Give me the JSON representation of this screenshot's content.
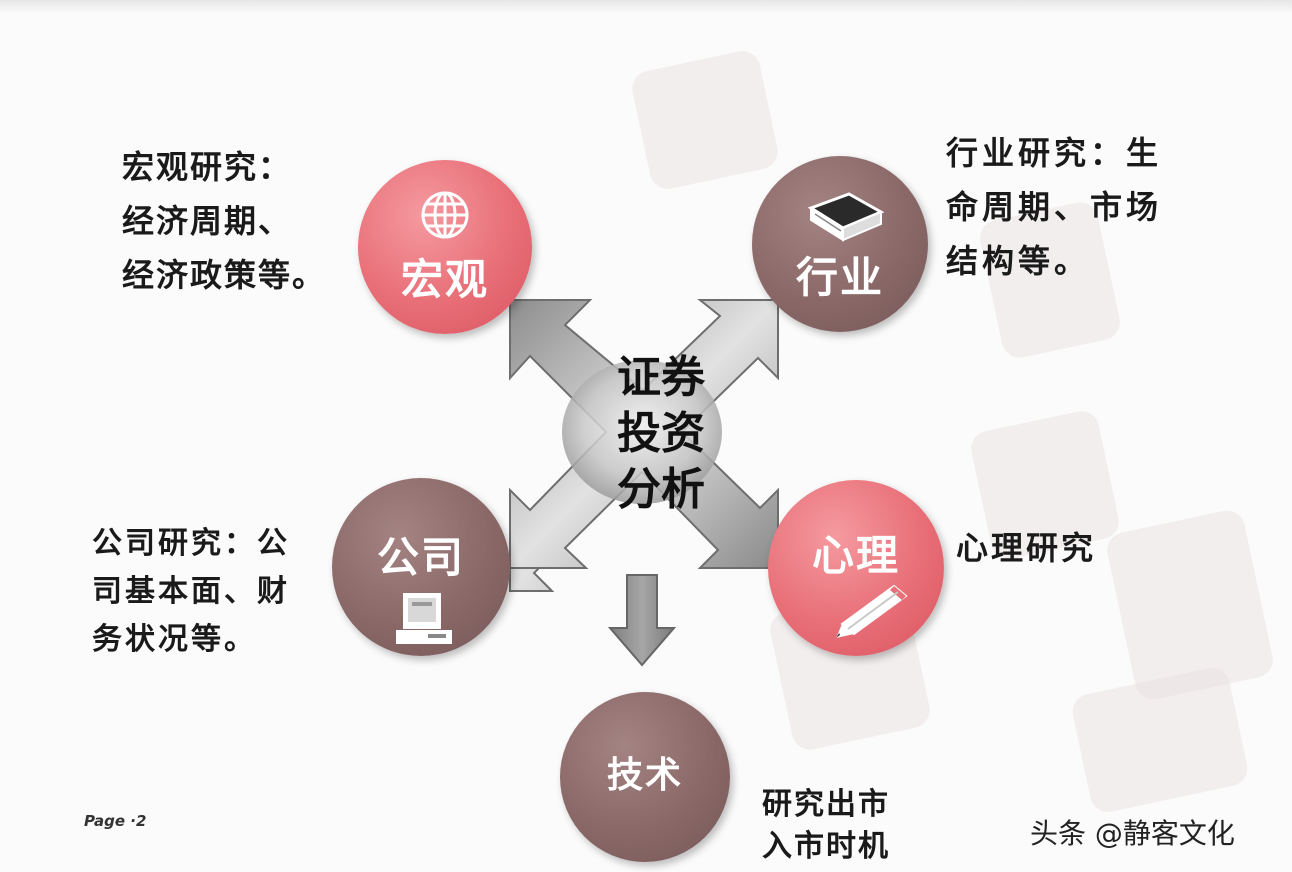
{
  "center": {
    "label": "证券\n投资\n分析"
  },
  "nodes": {
    "macro": {
      "label": "宏观",
      "description": "宏观研究：\n经济周期、\n经济政策等。",
      "icon": "globe-icon",
      "color": "#e86e77"
    },
    "industry": {
      "label": "行业",
      "description": "行业研究：生\n命周期、市场\n结构等。",
      "icon": "book-icon",
      "color": "#8a6868"
    },
    "company": {
      "label": "公司",
      "description": "公司研究：公\n司基本面、财\n务状况等。",
      "icon": "computer-icon",
      "color": "#8a6868"
    },
    "psychology": {
      "label": "心理",
      "description": "心理研究",
      "icon": "pencil-icon",
      "color": "#e86e77"
    },
    "technical": {
      "label": "技术",
      "description": "研究出市\n入市时机",
      "color": "#8a6868"
    }
  },
  "footer": {
    "page": "Page ·2",
    "watermark": "头条 @静客文化"
  }
}
